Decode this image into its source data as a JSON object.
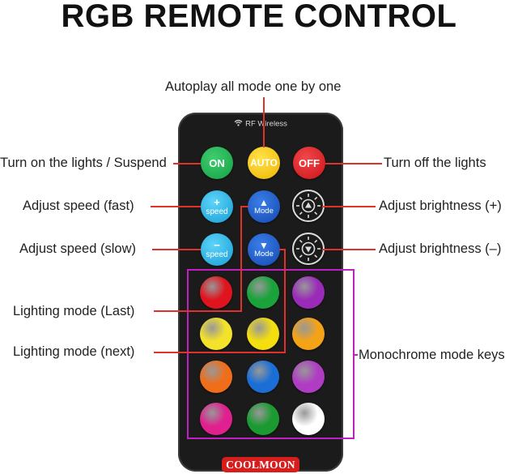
{
  "title": "RGB REMOTE CONTROL",
  "remote": {
    "rf_label": "RF Wireless",
    "brand": "COOLMOON",
    "buttons": {
      "on": "ON",
      "auto": "AUTO",
      "off": "OFF",
      "speed_fast_symbol": "+",
      "speed_slow_symbol": "−",
      "speed_label": "speed",
      "mode_label": "Mode"
    },
    "color_keys": [
      "#e0141e",
      "#1aa33a",
      "#9a2bb8",
      "#f4e22a",
      "#f4de10",
      "#f5a316",
      "#f06d1a",
      "#1a6ed6",
      "#b03cc4",
      "#e0208e",
      "#1a9a30",
      "#ffffff"
    ]
  },
  "callouts": {
    "autoplay": "Autoplay all mode one by one",
    "on": "Turn on the lights / Suspend",
    "off": "Turn off the lights",
    "speed_fast": "Adjust speed (fast)",
    "speed_slow": "Adjust speed (slow)",
    "bright_up": "Adjust brightness (+)",
    "bright_down": "Adjust brightness (–)",
    "mode_last": "Lighting mode (Last)",
    "mode_next": "Lighting mode (next)",
    "monochrome": "Monochrome mode keys"
  },
  "colors": {
    "leader_line": "#e0322c",
    "monochrome_box": "#c020c0",
    "brand_badge": "#d81d1d"
  }
}
